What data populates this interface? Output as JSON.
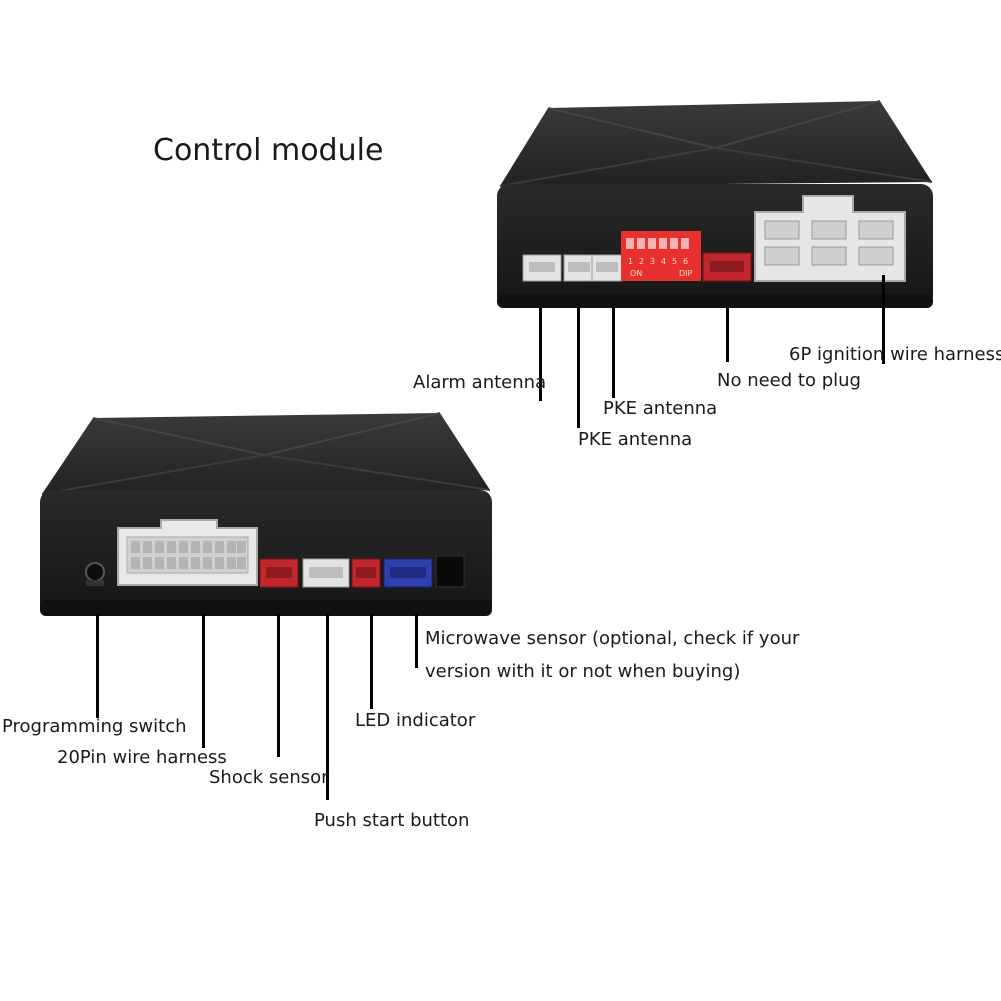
{
  "title": "Control module",
  "device": {
    "dip_numbers": [
      "1",
      "2",
      "3",
      "4",
      "5",
      "6"
    ],
    "dip_on": "ON",
    "dip_label": "DIP"
  },
  "labels": {
    "alarm_antenna": "Alarm antenna",
    "pke_antenna_1": "PKE antenna",
    "pke_antenna_2": "PKE antenna",
    "no_need_to_plug": "No need to plug",
    "ignition_harness": "6P ignition wire harness",
    "microwave_line1": "Microwave sensor (optional, check if your",
    "microwave_line2": "version with it or not when buying)",
    "programming_switch": "Programming switch",
    "wire_harness_20pin": "20Pin wire harness",
    "shock_sensor": "Shock sensor",
    "led_indicator": "LED indicator",
    "push_start": "Push start button"
  },
  "colors": {
    "module_body": "#202020",
    "module_top": "#2b2b2b",
    "connector_white": "#e6e6e6",
    "connector_red": "#c1272d",
    "connector_blue": "#2f3fb0",
    "dip_switch": "#e8302f"
  }
}
